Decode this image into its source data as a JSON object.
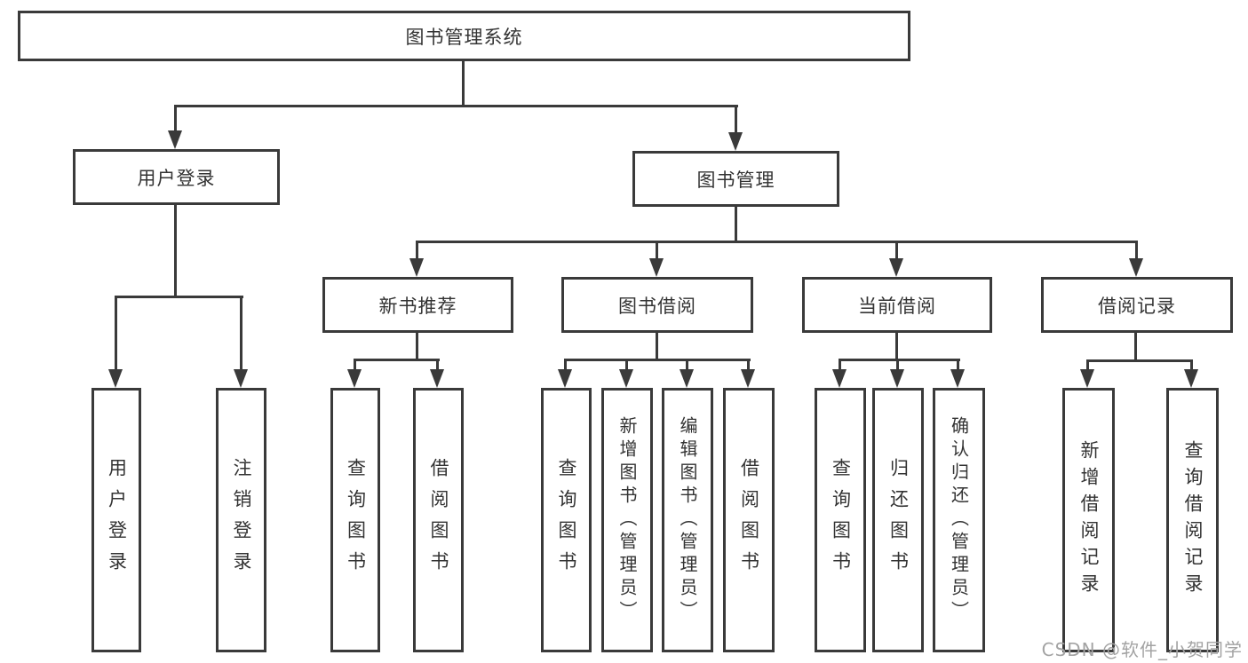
{
  "watermark": "CSDN @软件_小贺同学",
  "colors": {
    "line": "#3a3a3a",
    "text": "#333333",
    "watermark": "#a3a3a3",
    "background": "#ffffff"
  },
  "tree": {
    "root": {
      "label": "图书管理系统",
      "children": {
        "user_login": {
          "label": "用户登录",
          "children": {
            "login": {
              "label": "用户登录"
            },
            "logout": {
              "label": "注销登录"
            }
          }
        },
        "book_management": {
          "label": "图书管理",
          "children": {
            "new_book_recommend": {
              "label": "新书推荐",
              "children": {
                "query_books": {
                  "label": "查询图书"
                },
                "borrow_books": {
                  "label": "借阅图书"
                }
              }
            },
            "book_borrow": {
              "label": "图书借阅",
              "children": {
                "query_books": {
                  "label": "查询图书"
                },
                "add_books_admin": {
                  "label": "新增图书（管理员）"
                },
                "edit_books_admin": {
                  "label": "编辑图书（管理员）"
                },
                "borrow_books": {
                  "label": "借阅图书"
                }
              }
            },
            "current_borrow": {
              "label": "当前借阅",
              "children": {
                "query_books": {
                  "label": "查询图书"
                },
                "return_books": {
                  "label": "归还图书"
                },
                "confirm_return_admin": {
                  "label": "确认归还（管理员）"
                }
              }
            },
            "borrow_records": {
              "label": "借阅记录",
              "children": {
                "add_borrow_record": {
                  "label": "新增借阅记录"
                },
                "query_borrow_record": {
                  "label": "查询借阅记录"
                }
              }
            }
          }
        }
      }
    }
  }
}
